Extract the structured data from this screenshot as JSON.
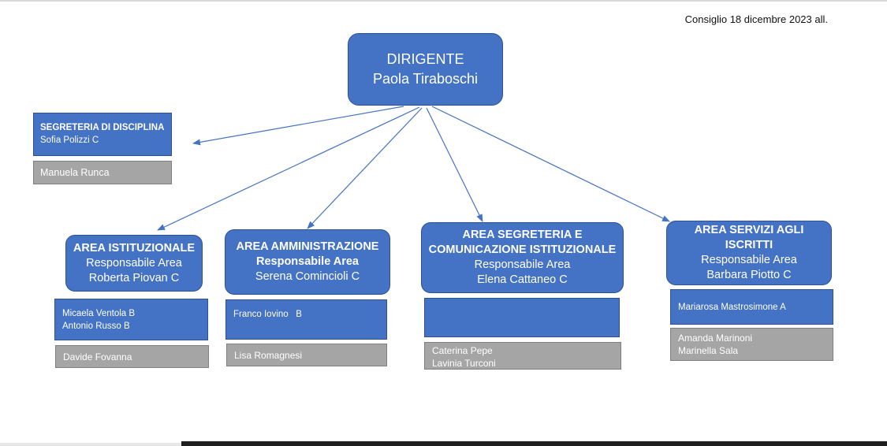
{
  "note": "Consiglio 18 dicembre 2023 all.",
  "director": {
    "title": "DIRIGENTE",
    "name": "Paola Tiraboschi"
  },
  "segreteria": {
    "title": "SEGRETERIA DI DISCIPLINA",
    "lead": "Sofia Polizzi C",
    "staff": "Manuela Runca"
  },
  "areas": [
    {
      "title": "AREA ISTITUZIONALE",
      "role": "Responsabile Area",
      "lead": "Roberta Piovan C",
      "staff_blue": [
        "Micaela Ventola B",
        "Antonio Russo  B"
      ],
      "staff_gray": [
        "Davide Fovanna"
      ]
    },
    {
      "title": "AREA AMMINISTRAZIONE",
      "role": "Responsabile Area",
      "lead": "Serena Comincioli C",
      "staff_blue": [
        "Franco Iovino   B"
      ],
      "staff_gray": [
        "Lisa Romagnesi"
      ]
    },
    {
      "title_1": "AREA SEGRETERIA E",
      "title_2": "COMUNICAZIONE ISTITUZIONALE",
      "role": "Responsabile Area",
      "lead": "Elena Cattaneo C",
      "staff_blue": [],
      "staff_gray": [
        "Caterina Pepe",
        "Lavinia Turconi"
      ]
    },
    {
      "title_1": "AREA SERVIZI AGLI",
      "title_2": "ISCRITTI",
      "role": "Responsabile Area",
      "lead": "Barbara Piotto C",
      "staff_blue": [
        "Mariarosa Mastrosimone A"
      ],
      "staff_gray": [
        "Amanda Marinoni",
        "Marinella Sala"
      ]
    }
  ],
  "colors": {
    "box": "#4472c4",
    "border": "#2f528f",
    "gray": "#a5a5a5",
    "arrow": "#4472c4"
  }
}
